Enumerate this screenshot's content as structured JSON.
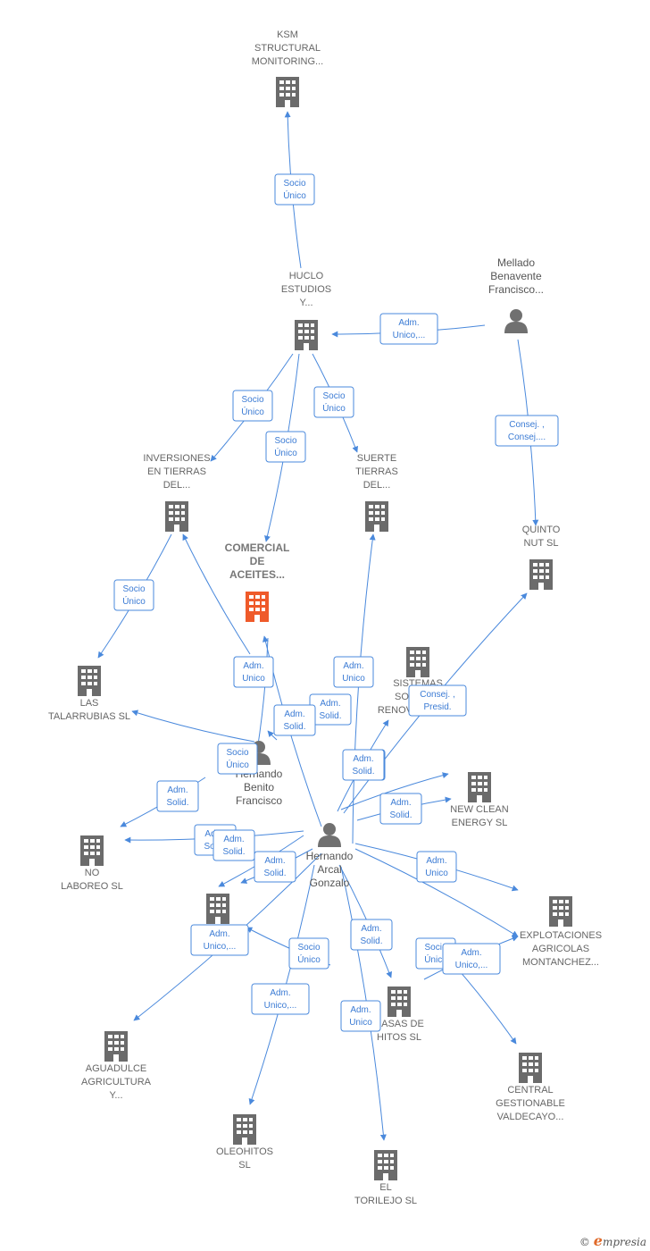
{
  "colors": {
    "edge": "#4a89dc",
    "company": "#6b6b6b",
    "main_company": "#ef5a2a",
    "person": "#707070"
  },
  "nodes": [
    {
      "id": "ksm",
      "type": "company",
      "label": [
        "KSM",
        "STRUCTURAL",
        "MONITORING..."
      ]
    },
    {
      "id": "huclo",
      "type": "company",
      "label": [
        "HUCLO",
        "ESTUDIOS",
        "Y..."
      ]
    },
    {
      "id": "mellado",
      "type": "person",
      "label": [
        "Mellado",
        "Benavente",
        "Francisco..."
      ]
    },
    {
      "id": "inversiones",
      "type": "company",
      "label": [
        "INVERSIONES",
        "EN TIERRAS",
        "DEL..."
      ]
    },
    {
      "id": "suerte",
      "type": "company",
      "label": [
        "SUERTE",
        "TIERRAS",
        "DEL..."
      ]
    },
    {
      "id": "quinto",
      "type": "company",
      "label": [
        "QUINTO",
        "NUT SL"
      ]
    },
    {
      "id": "comercial",
      "type": "main",
      "label": [
        "COMERCIAL",
        "DE",
        "ACEITES..."
      ]
    },
    {
      "id": "talarrubias",
      "type": "company",
      "label": [
        "LAS",
        "TALARRUBIAS SL"
      ]
    },
    {
      "id": "sistemas",
      "type": "company",
      "label": [
        "SISTEMAS",
        "SOLARES",
        "RENOVABLES SL"
      ]
    },
    {
      "id": "hbenito",
      "type": "person",
      "label": [
        "Hernando",
        "Benito",
        "Francisco"
      ]
    },
    {
      "id": "newclean",
      "type": "company",
      "label": [
        "NEW CLEAN",
        "ENERGY SL"
      ]
    },
    {
      "id": "nolaboreo",
      "type": "company",
      "label": [
        "NO",
        "LABOREO SL"
      ]
    },
    {
      "id": "harcal",
      "type": "person",
      "label": [
        "Hernando",
        "Arcal",
        "Gonzalo"
      ]
    },
    {
      "id": "aunlabel",
      "type": "company",
      "label": [
        "A..."
      ]
    },
    {
      "id": "explotaciones",
      "type": "company",
      "label": [
        "EXPLOTACIONES",
        "AGRICOLAS",
        "MONTANCHEZ..."
      ]
    },
    {
      "id": "casas",
      "type": "company",
      "label": [
        "CASAS DE",
        "HITOS SL"
      ]
    },
    {
      "id": "aguadulce",
      "type": "company",
      "label": [
        "AGUADULCE",
        "AGRICULTURA",
        "Y..."
      ]
    },
    {
      "id": "central",
      "type": "company",
      "label": [
        "CENTRAL",
        "GESTIONABLE",
        "VALDECAYO..."
      ]
    },
    {
      "id": "oleohitos",
      "type": "company",
      "label": [
        "OLEOHITOS",
        "SL"
      ]
    },
    {
      "id": "torilejo",
      "type": "company",
      "label": [
        "EL",
        "TORILEJO SL"
      ]
    }
  ],
  "relations": [
    {
      "label": [
        "Socio",
        "Único"
      ]
    },
    {
      "label": [
        "Adm.",
        "Unico,..."
      ]
    },
    {
      "label": [
        "Consej. ,",
        "Consej...."
      ]
    },
    {
      "label": [
        "Socio",
        "Único"
      ]
    },
    {
      "label": [
        "Socio",
        "Único"
      ]
    },
    {
      "label": [
        "Socio",
        "Único"
      ]
    },
    {
      "label": [
        "Socio",
        "Único"
      ]
    },
    {
      "label": [
        "Adm.",
        "Unico"
      ]
    },
    {
      "label": [
        "Adm.",
        "Solid."
      ]
    },
    {
      "label": [
        "Adm.",
        "Unico"
      ]
    },
    {
      "label": [
        "Adm.",
        "Solid."
      ]
    },
    {
      "label": [
        "Adm.",
        "Solid."
      ]
    },
    {
      "label": [
        "Consej. ,",
        "Presid."
      ]
    },
    {
      "label": [
        "Adm.",
        "Unico"
      ]
    },
    {
      "label": [
        "Socio",
        "Único"
      ]
    },
    {
      "label": [
        "Adm.",
        "Solid."
      ]
    },
    {
      "label": [
        "Adm.",
        "Solid."
      ]
    },
    {
      "label": [
        "Adm.",
        "Solid."
      ]
    },
    {
      "label": [
        "Adm.",
        "Solid."
      ]
    },
    {
      "label": [
        "Adm.",
        "Solid."
      ]
    },
    {
      "label": [
        "Adm.",
        "Solid."
      ]
    },
    {
      "label": [
        "Adm.",
        "Unico"
      ]
    },
    {
      "label": [
        "Adm.",
        "Unico,..."
      ]
    },
    {
      "label": [
        "Adm.",
        "Solid."
      ]
    },
    {
      "label": [
        "Socio",
        "Único"
      ]
    },
    {
      "label": [
        "Adm.",
        "Unico,..."
      ]
    },
    {
      "label": [
        "Socio",
        "Único"
      ]
    },
    {
      "label": [
        "Adm.",
        "Unico,..."
      ]
    },
    {
      "label": [
        "Adm.",
        "Unico"
      ]
    }
  ],
  "footer": {
    "copyright": "©",
    "brand_initial": "e",
    "brand_rest": "mpresia"
  }
}
